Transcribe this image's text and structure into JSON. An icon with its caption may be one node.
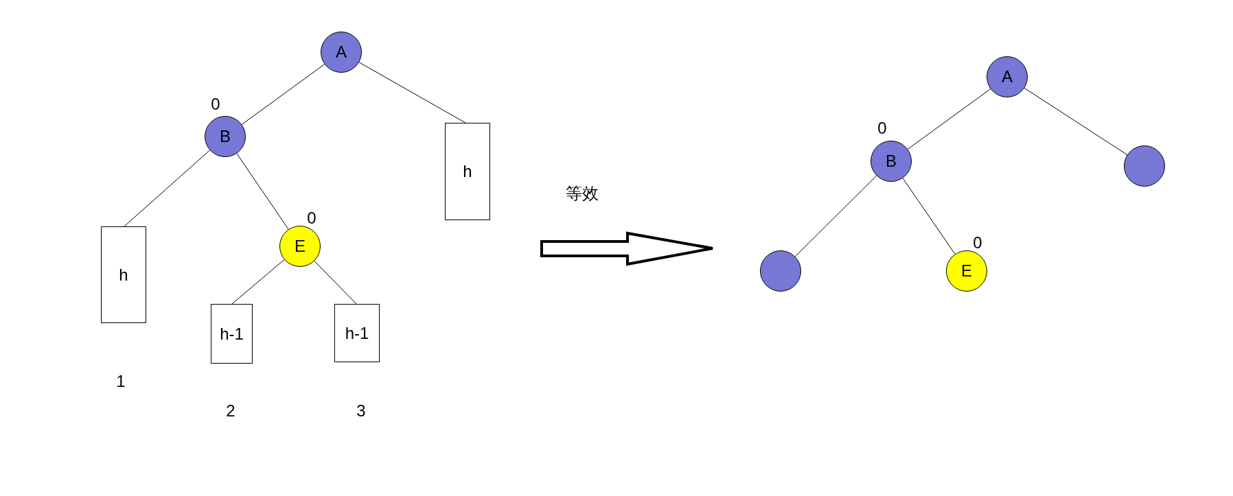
{
  "diagram": {
    "nodes": [
      {
        "text": [
          "A"
        ]
      },
      {
        "text": [
          "B"
        ],
        "beside": [
          "0"
        ]
      },
      {
        "text": [
          "h"
        ]
      },
      {
        "text": [
          "h"
        ],
        "beside": [
          "1"
        ]
      },
      {
        "text": [
          "E"
        ],
        "beside": [
          "0"
        ]
      },
      {
        "text": [
          "h-1"
        ],
        "beside": [
          "2"
        ]
      },
      {
        "text": [
          "h-1"
        ],
        "beside": [
          "3"
        ]
      },
      {
        "text": [
          "A"
        ]
      },
      {
        "text": [
          "B"
        ],
        "beside": [
          "0"
        ]
      },
      {
        "text": [],
        "shape": "circle"
      },
      {
        "text": [],
        "shape": "circle"
      },
      {
        "text": [
          "E"
        ],
        "beside": [
          "0"
        ]
      }
    ],
    "edges": [
      {
        "from": 0,
        "to": 1,
        "arrow": "none"
      },
      {
        "from": 0,
        "to": 2,
        "arrow": "none"
      },
      {
        "from": 1,
        "to": 3,
        "arrow": "none"
      },
      {
        "from": 1,
        "to": 4,
        "arrow": "none"
      },
      {
        "from": 4,
        "to": 5,
        "arrow": "none"
      },
      {
        "from": 4,
        "to": 6,
        "arrow": "none"
      },
      {
        "from": 7,
        "to": 8,
        "arrow": "none"
      },
      {
        "from": 7,
        "to": 9,
        "arrow": "none"
      },
      {
        "from": 8,
        "to": 10,
        "arrow": "none"
      },
      {
        "from": 8,
        "to": 11,
        "arrow": "none"
      }
    ],
    "labels": [
      "等效"
    ]
  }
}
